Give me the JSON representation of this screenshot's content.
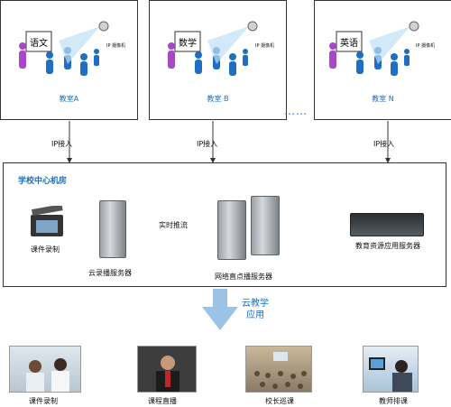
{
  "classrooms": [
    {
      "label": "教室A",
      "board": "语文",
      "camera_label": "IP 摄像机"
    },
    {
      "label": "教室 B",
      "board": "数学",
      "camera_label": "IP 摄像机"
    },
    {
      "label": "教室 N",
      "board": "英语",
      "camera_label": "IP 摄像机"
    }
  ],
  "ellipsis": "……",
  "ip_access_label": "IP接入",
  "center": {
    "title": "学校中心机房",
    "courseware_recording": "课件录制",
    "cloud_recording_server": "云录播服务器",
    "realtime_push": "实时推流",
    "network_live_server": "网络直点播服务器",
    "edu_resource_server": "教育资源应用服务器"
  },
  "cloud_app": {
    "line1": "云教学",
    "line2": "应用"
  },
  "applications": [
    {
      "label": "课件录制"
    },
    {
      "label": "课程直播"
    },
    {
      "label": "校长巡课"
    },
    {
      "label": "教师排课"
    }
  ]
}
